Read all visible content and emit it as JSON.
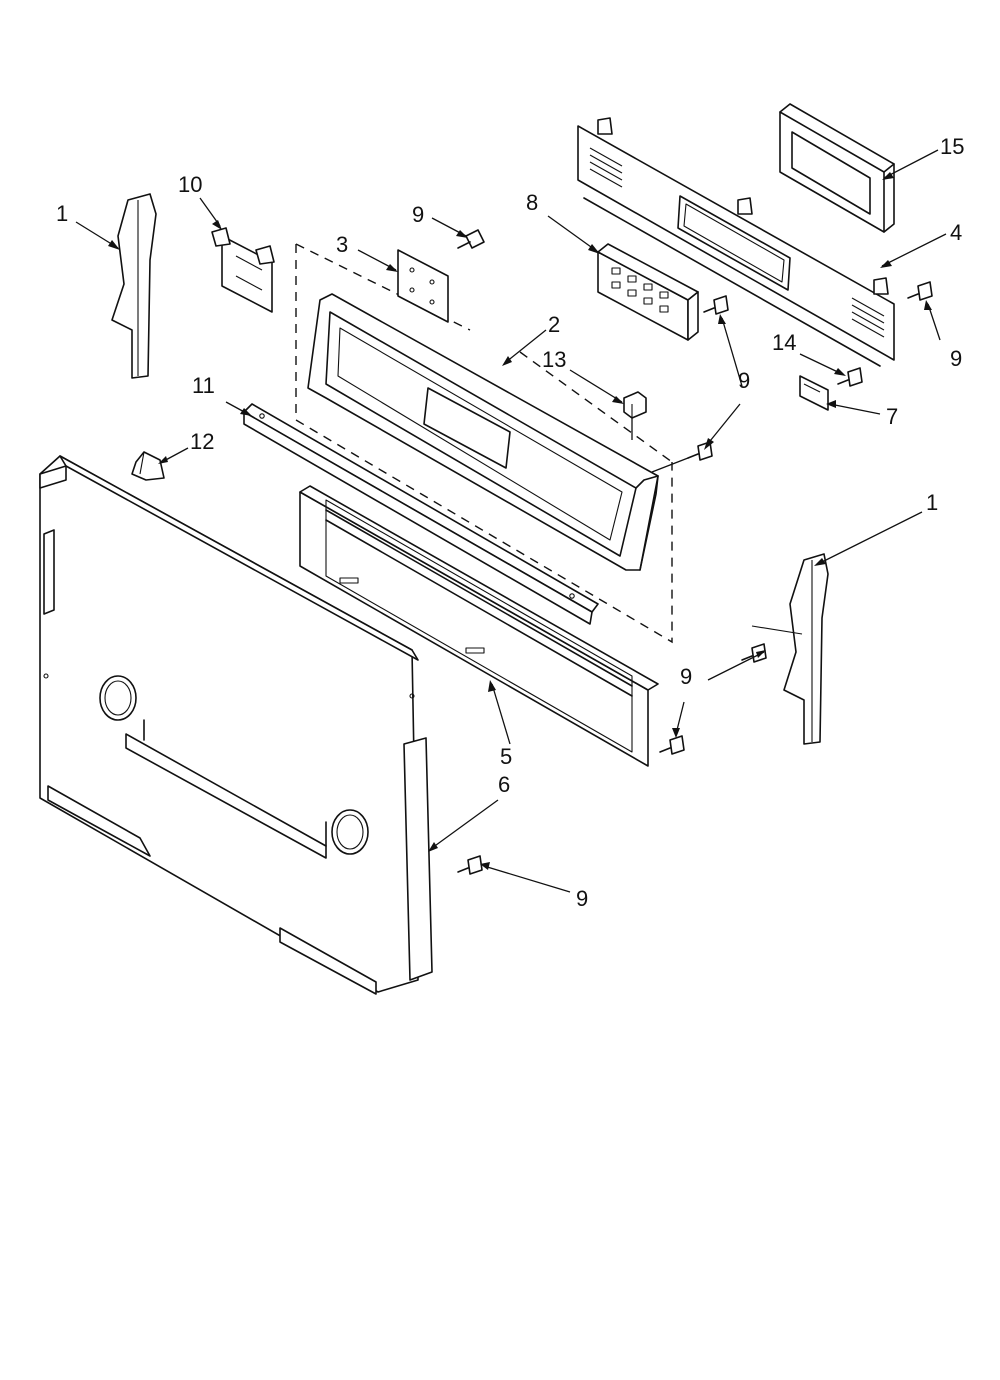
{
  "diagram": {
    "callouts": {
      "c1a": "1",
      "c10": "10",
      "c9a": "9",
      "c3": "3",
      "c8": "8",
      "c15": "15",
      "c4": "4",
      "c2": "2",
      "c13": "13",
      "c9b": "9",
      "c14": "14",
      "c9c": "9",
      "c7": "7",
      "c9d": "9",
      "c11": "11",
      "c12": "12",
      "c1b": "1",
      "c9e": "9",
      "c5": "5",
      "c6": "6",
      "c9f": "9"
    }
  }
}
